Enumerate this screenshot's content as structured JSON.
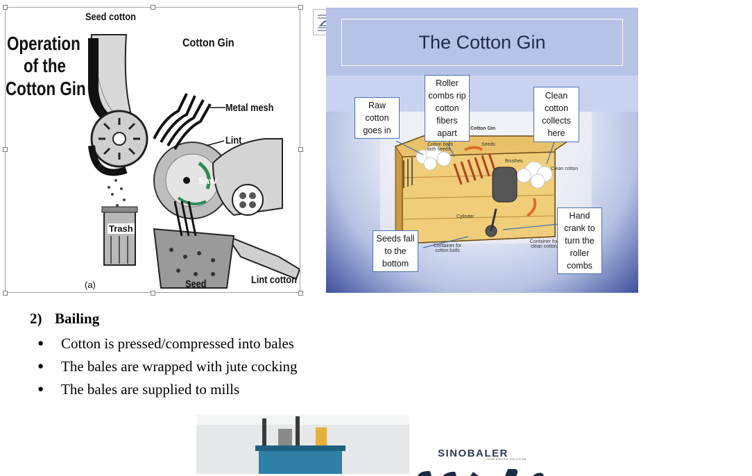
{
  "figure1": {
    "title_lines": [
      "Operation",
      "of the",
      "Cotton Gin"
    ],
    "labels": {
      "seed_cotton": "Seed cotton",
      "cotton_gin": "Cotton Gin",
      "metal_mesh": "Metal mesh",
      "lint": "Lint",
      "saw": "Saw",
      "trash": "Trash",
      "seed": "Seed",
      "lint_cotton": "Lint cotton",
      "panel": "(a)"
    }
  },
  "figure2": {
    "title": "The Cotton Gin",
    "callouts": {
      "raw": "Raw cotton goes in",
      "roller": "Roller combs rip cotton fibers apart",
      "clean": "Clean cotton collects here",
      "seeds_fall": "Seeds fall to the bottom",
      "hand_crank": "Hand crank to turn the roller combs"
    },
    "small_labels": {
      "cotton_gin": "Cotton Gin",
      "seeds": "Seeds",
      "brushes": "Brushes",
      "clean_cotton": "Clean cotton",
      "cotton_bolls_with_seeds": "Cotton bolls with seeds",
      "cylinder": "Cylinder",
      "container_bolls": "Container for cotton bolls",
      "container_clean": "Container for clean cotton"
    }
  },
  "section": {
    "number": "2)",
    "title": "Bailing",
    "bullets": [
      "Cotton is pressed/compressed into bales",
      "The bales are wrapped with jute cocking",
      "The bales are supplied to mills"
    ]
  },
  "bottom": {
    "logo": "SINOBALER",
    "logo_sub": "YOUR BALING SOLUTION"
  }
}
